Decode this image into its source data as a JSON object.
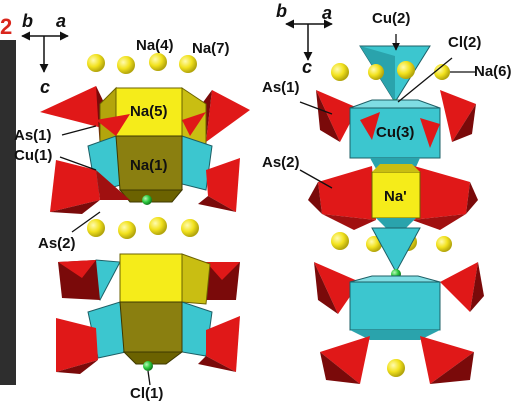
{
  "panel_number": "2",
  "left_panel": {
    "axes": {
      "b": "b",
      "a": "a",
      "c": "c"
    },
    "labels": {
      "na4": "Na(4)",
      "na7": "Na(7)",
      "na5": "Na(5)",
      "na1": "Na(1)",
      "as1": "As(1)",
      "cu1": "Cu(1)",
      "as2": "As(2)",
      "cl1": "Cl(1)"
    }
  },
  "right_panel": {
    "axes": {
      "b": "b",
      "a": "a",
      "c": "c"
    },
    "labels": {
      "cu2": "Cu(2)",
      "cl2": "Cl(2)",
      "na6": "Na(6)",
      "as1": "As(1)",
      "cu3": "Cu(3)",
      "as2": "As(2)",
      "na_prime": "Na'"
    }
  },
  "colors": {
    "arsenate_tetrahedra": "#e01818",
    "arsenate_dark": "#7a0a0a",
    "copper_polyhedra": "#3cc6cf",
    "copper_dark": "#1d8c96",
    "sodium_polyhedra": "#f5ec1a",
    "sodium_dark": "#8a7f10",
    "sodium_atoms": "#f2e21e",
    "chlorine_atoms": "#2ecc40",
    "panel_number": "#d9261c"
  }
}
